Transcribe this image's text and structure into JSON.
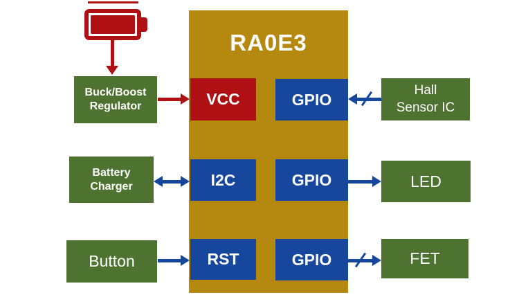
{
  "diagram": {
    "title": "RA0E3",
    "colors": {
      "mcu_block": "#B5890F",
      "peripheral_box": "#4E7230",
      "pin_blue": "#17479C",
      "pin_red": "#AF1013",
      "arrow_red": "#AF1013",
      "arrow_blue": "#17479C",
      "text": "#FFFFFF"
    },
    "mcu": {
      "title": "RA0E3",
      "pins": {
        "vcc": "VCC",
        "i2c": "I2C",
        "rst": "RST",
        "gpio1": "GPIO",
        "gpio2": "GPIO",
        "gpio3": "GPIO"
      }
    },
    "peripherals": {
      "buck_boost": {
        "line1": "Buck/Boost",
        "line2": "Regulator"
      },
      "battery_charger": {
        "line1": "Battery",
        "line2": "Charger"
      },
      "button": {
        "label": "Button"
      },
      "hall_sensor": {
        "line1": "Hall",
        "line2": "Sensor IC"
      },
      "led": {
        "label": "LED"
      },
      "fet": {
        "label": "FET"
      }
    },
    "icons": {
      "battery": "battery-icon"
    },
    "connections": [
      {
        "from": "battery-icon",
        "to": "buck-boost-regulator",
        "direction": "down",
        "color": "red",
        "bus": false
      },
      {
        "from": "buck-boost-regulator",
        "to": "vcc",
        "direction": "right",
        "color": "red",
        "bus": false
      },
      {
        "from": "battery-charger",
        "to": "i2c",
        "direction": "both",
        "color": "blue",
        "bus": false
      },
      {
        "from": "button",
        "to": "rst",
        "direction": "right",
        "color": "blue",
        "bus": false
      },
      {
        "from": "hall-sensor-ic",
        "to": "gpio1",
        "direction": "left",
        "color": "blue",
        "bus": true
      },
      {
        "from": "gpio2",
        "to": "led",
        "direction": "right",
        "color": "blue",
        "bus": false
      },
      {
        "from": "gpio3",
        "to": "fet",
        "direction": "right",
        "color": "blue",
        "bus": true
      }
    ]
  }
}
